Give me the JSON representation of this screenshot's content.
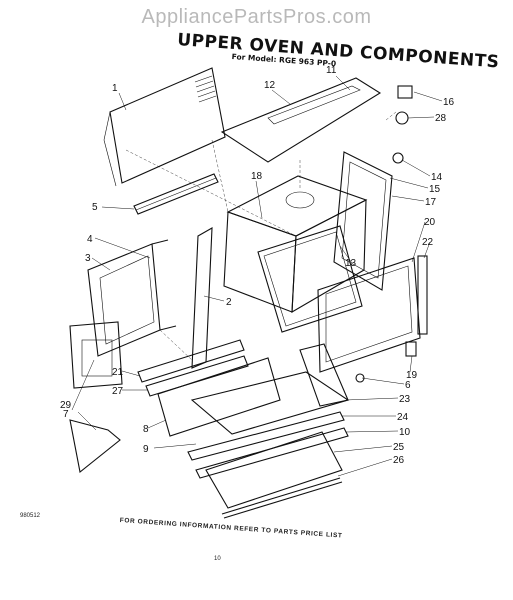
{
  "watermark": "AppliancePartsPros.com",
  "title": "UPPER OVEN AND COMPONENTS",
  "model_line": "For Model: RGE 963 PP-0",
  "doc_number": "980512",
  "ordering_note": "FOR ORDERING INFORMATION REFER TO PARTS PRICE LIST",
  "page_number": "10",
  "callouts": {
    "c1": "1",
    "c2": "2",
    "c3": "3",
    "c4": "4",
    "c5": "5",
    "c6": "6",
    "c7": "7",
    "c8": "8",
    "c9": "9",
    "c10": "10",
    "c11": "11",
    "c12": "12",
    "c13": "13",
    "c14": "14",
    "c15": "15",
    "c16": "16",
    "c17": "17",
    "c18": "18",
    "c19": "19",
    "c20": "20",
    "c21": "21",
    "c22": "22",
    "c23": "23",
    "c24": "24",
    "c25": "25",
    "c26": "26",
    "c27": "27",
    "c28": "28",
    "c29": "29"
  }
}
